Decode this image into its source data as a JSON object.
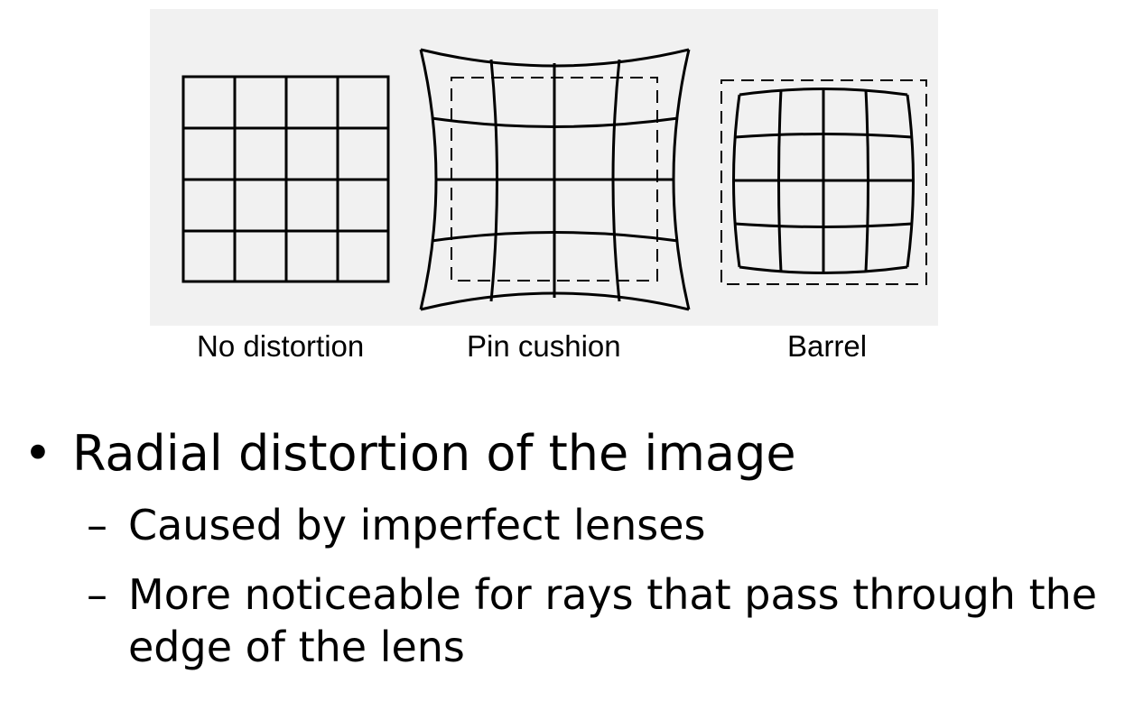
{
  "figure": {
    "captions": {
      "none": "No distortion",
      "pincushion": "Pin cushion",
      "barrel": "Barrel"
    }
  },
  "bullets": {
    "main_marker": "•",
    "main": "Radial distortion of the image",
    "sub_marker": "–",
    "sub1": "Caused by imperfect lenses",
    "sub2_line1": "More noticeable for rays that pass through the",
    "sub2_line2": "edge of the lens"
  }
}
